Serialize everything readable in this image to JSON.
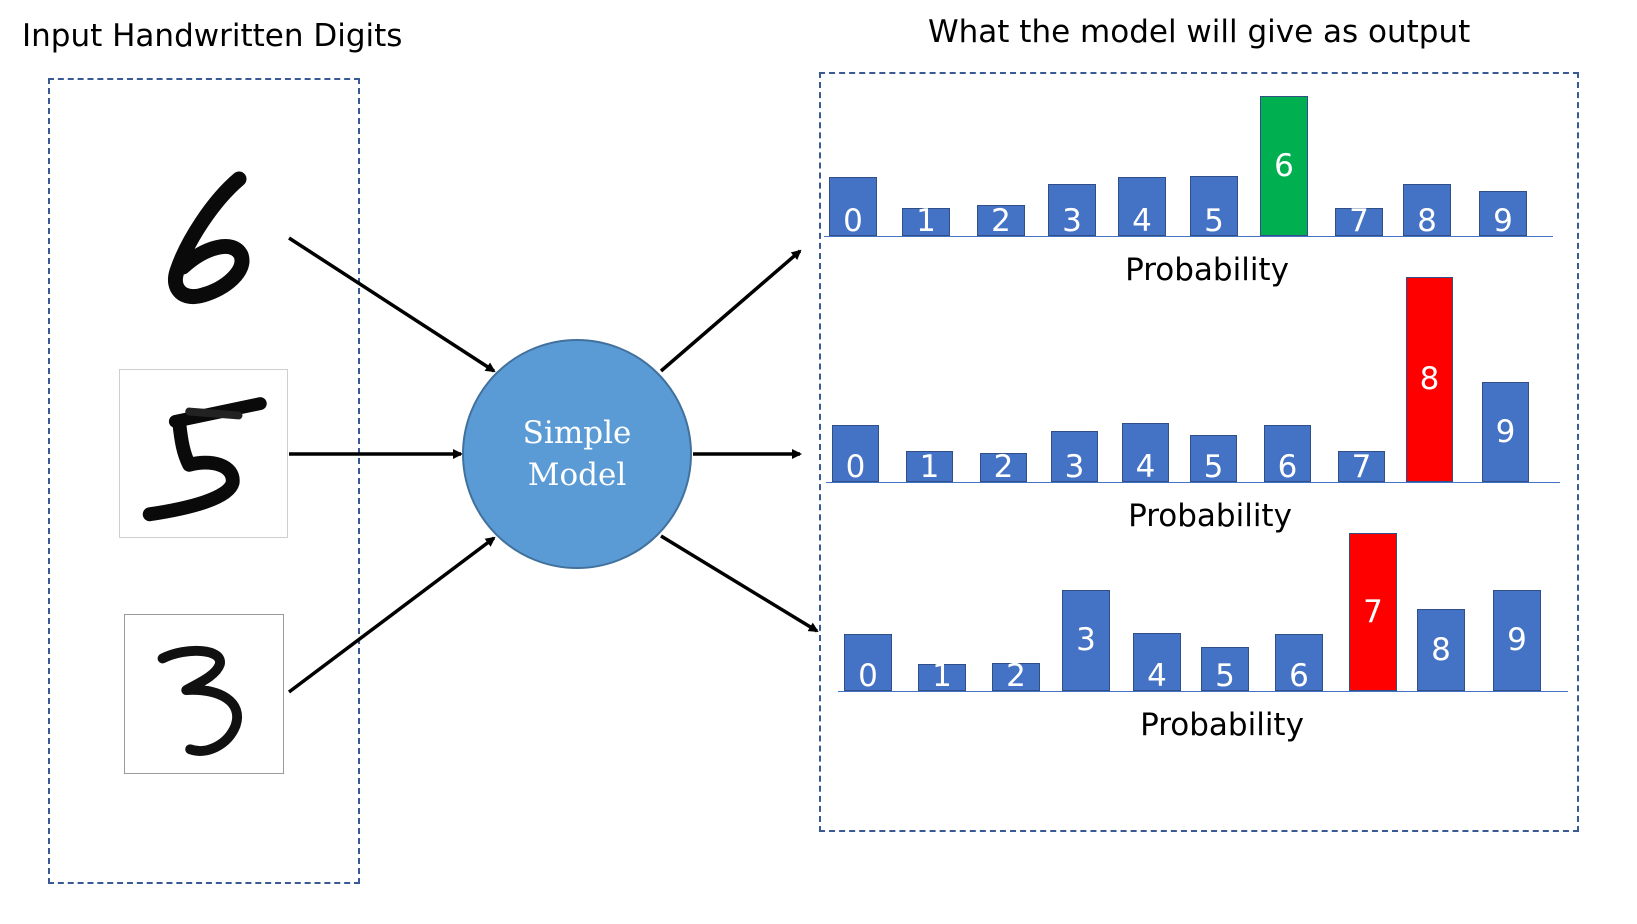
{
  "titles": {
    "input": "Input Handwritten Digits",
    "output": "What the model will give as output"
  },
  "input_digits": [
    {
      "digit": "6"
    },
    {
      "digit": "5"
    },
    {
      "digit": "3"
    }
  ],
  "model": {
    "line1": "Simple",
    "line2": "Model"
  },
  "colors": {
    "bar": "#4472c4",
    "correct": "#00b050",
    "incorrect": "#ff0000",
    "model": "#5b9bd5",
    "dashed_border": "#3a5a96"
  },
  "chart_data": [
    {
      "type": "bar",
      "xlabel": "Probability",
      "categories": [
        "0",
        "1",
        "2",
        "3",
        "4",
        "5",
        "6",
        "7",
        "8",
        "9"
      ],
      "values": [
        0.42,
        0.2,
        0.22,
        0.37,
        0.42,
        0.43,
        1.0,
        0.2,
        0.37,
        0.32
      ],
      "highlight": {
        "index": 6,
        "color": "correct"
      }
    },
    {
      "type": "bar",
      "xlabel": "Probability",
      "categories": [
        "0",
        "1",
        "2",
        "3",
        "4",
        "5",
        "6",
        "7",
        "8",
        "9"
      ],
      "values": [
        0.28,
        0.15,
        0.14,
        0.25,
        0.29,
        0.23,
        0.28,
        0.15,
        1.0,
        0.49
      ],
      "highlight": {
        "index": 8,
        "color": "incorrect"
      }
    },
    {
      "type": "bar",
      "xlabel": "Probability",
      "categories": [
        "0",
        "1",
        "2",
        "3",
        "4",
        "5",
        "6",
        "7",
        "8",
        "9"
      ],
      "values": [
        0.36,
        0.17,
        0.18,
        0.64,
        0.37,
        0.28,
        0.36,
        1.0,
        0.52,
        0.64
      ],
      "highlight": {
        "index": 7,
        "color": "incorrect"
      }
    }
  ]
}
